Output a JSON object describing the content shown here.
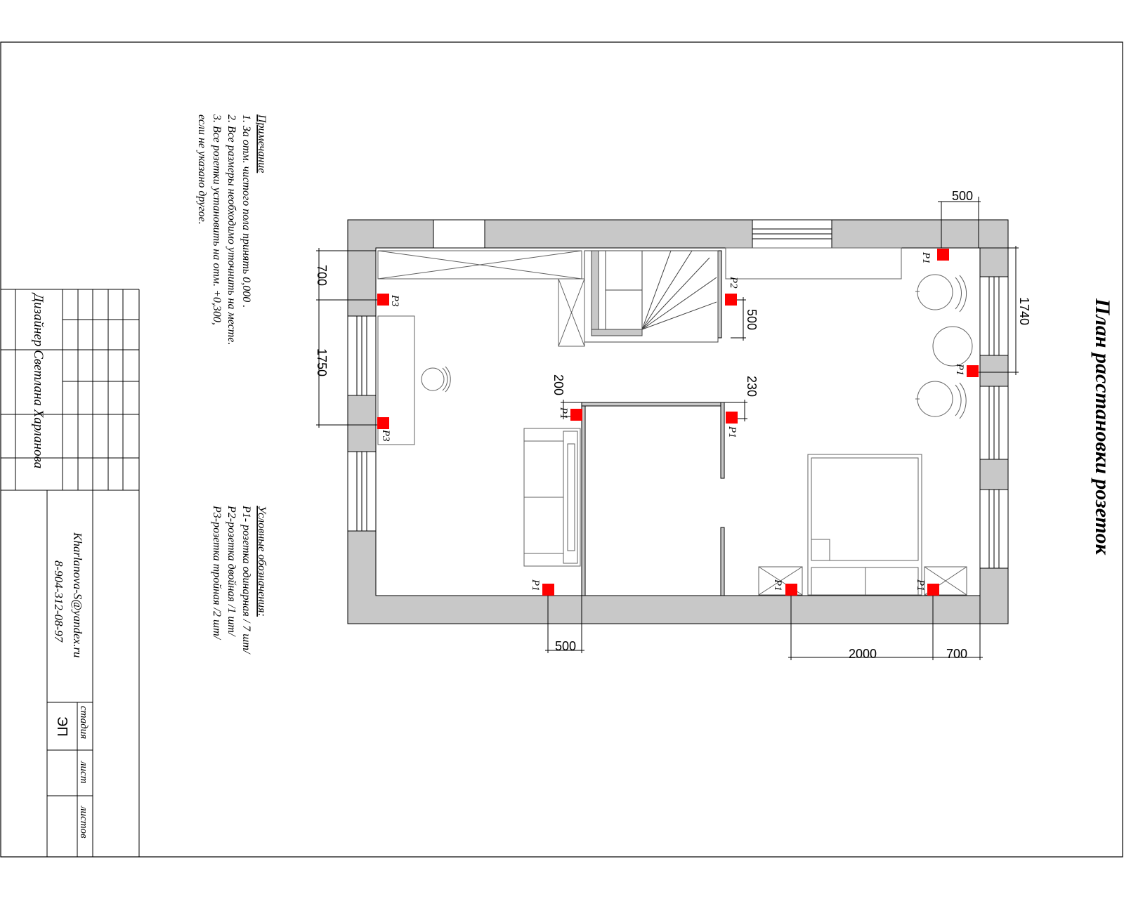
{
  "title": "План расстановки розеток",
  "notes": {
    "heading": "Примечание",
    "lines": [
      "1. За отм. чистого пола принять 0,000 .",
      "2. Все размеры необходимо уточнить на месте.",
      "3. Все розетки установить на отм. +0,300,",
      "если не указано другое."
    ]
  },
  "legend": {
    "heading": "Условные обозначения:",
    "lines": [
      "Р1- розетка одинарная / 7 шт/",
      "Р2-розетка двойная  /1 шт/",
      "Р3-розетка тройная /2 шт/"
    ]
  },
  "title_block": {
    "designer": "Дизайнер Светлана Харланова",
    "email": "Kharlanova-S@yandex.ru",
    "phone": "8-904-312-08-97",
    "stage_label": "стадия",
    "sheet_label": "лист",
    "sheets_label": "листов",
    "stage_value": "ЭП"
  },
  "sockets": [
    {
      "label": "Р1"
    },
    {
      "label": "Р1"
    },
    {
      "label": "Р1"
    },
    {
      "label": "Р1"
    },
    {
      "label": "Р1"
    },
    {
      "label": "Р1"
    },
    {
      "label": "Р1"
    },
    {
      "label": "Р2"
    },
    {
      "label": "Р3"
    },
    {
      "label": "Р3"
    }
  ],
  "dimensions": [
    "500",
    "1740",
    "700",
    "1750",
    "500",
    "200",
    "230",
    "500",
    "2000",
    "700"
  ],
  "colors": {
    "wall": "#c8c8c8",
    "socket": "#ff0000",
    "line": "#000000",
    "furniture": "#606060"
  }
}
